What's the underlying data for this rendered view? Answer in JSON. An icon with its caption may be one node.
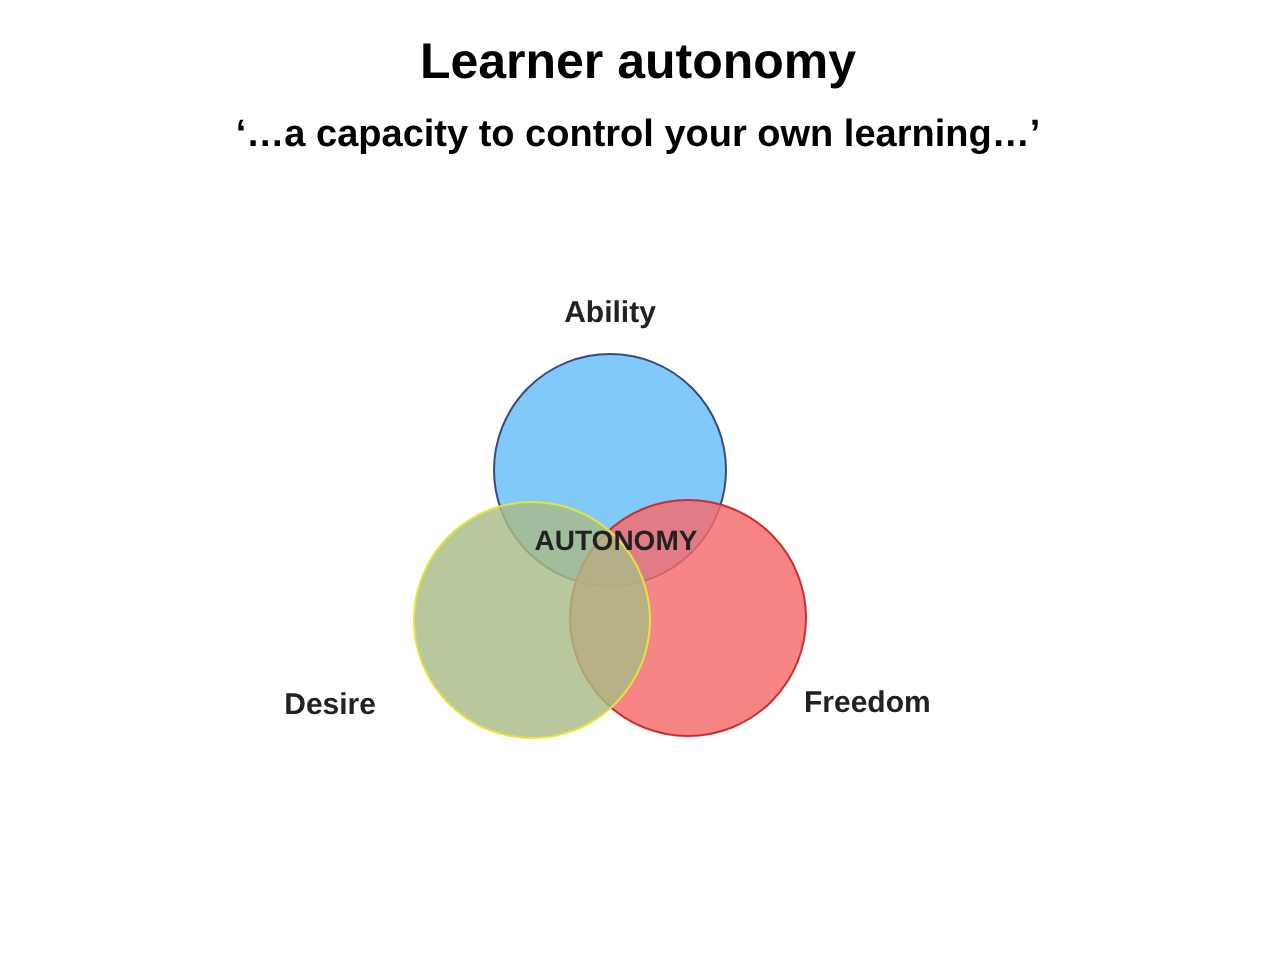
{
  "diagram": {
    "title": "Learner autonomy",
    "nodes": [
      {
        "text": [
          "Ability"
        ]
      },
      {
        "text": [
          "Desire"
        ]
      },
      {
        "text": [
          "Freedom"
        ]
      }
    ],
    "labels": [
      "‘…a capacity to control your own learning…’",
      "AUTONOMY"
    ]
  }
}
